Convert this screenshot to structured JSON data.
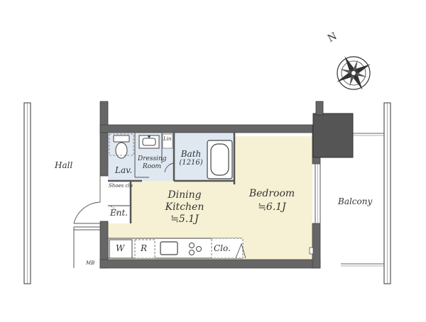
{
  "compass": {
    "north_label": "N"
  },
  "rooms": {
    "hall": "Hall",
    "balcony": "Balcony",
    "lavatory": "Lav.",
    "dressing_room": [
      "Dressing",
      "Room"
    ],
    "linen": "Lin",
    "bath": [
      "Bath",
      "(1216)"
    ],
    "shoes_closet": "Shoes clo",
    "entrance": "Ent.",
    "dining_kitchen": [
      "Dining",
      "Kitchen",
      "≒5.1J"
    ],
    "bedroom": [
      "Bedroom",
      "≒6.1J"
    ],
    "washer": "W",
    "refrigerator": "R",
    "closet": "Clo.",
    "meter_box": "MB"
  },
  "colors": {
    "wall": "#666666",
    "dining_kitchen_floor": "#f6f1d4",
    "bedroom_floor": "#f6f1d4",
    "wet_area_floor": "#dfe8f1",
    "column": "#555555",
    "line": "#444444"
  }
}
